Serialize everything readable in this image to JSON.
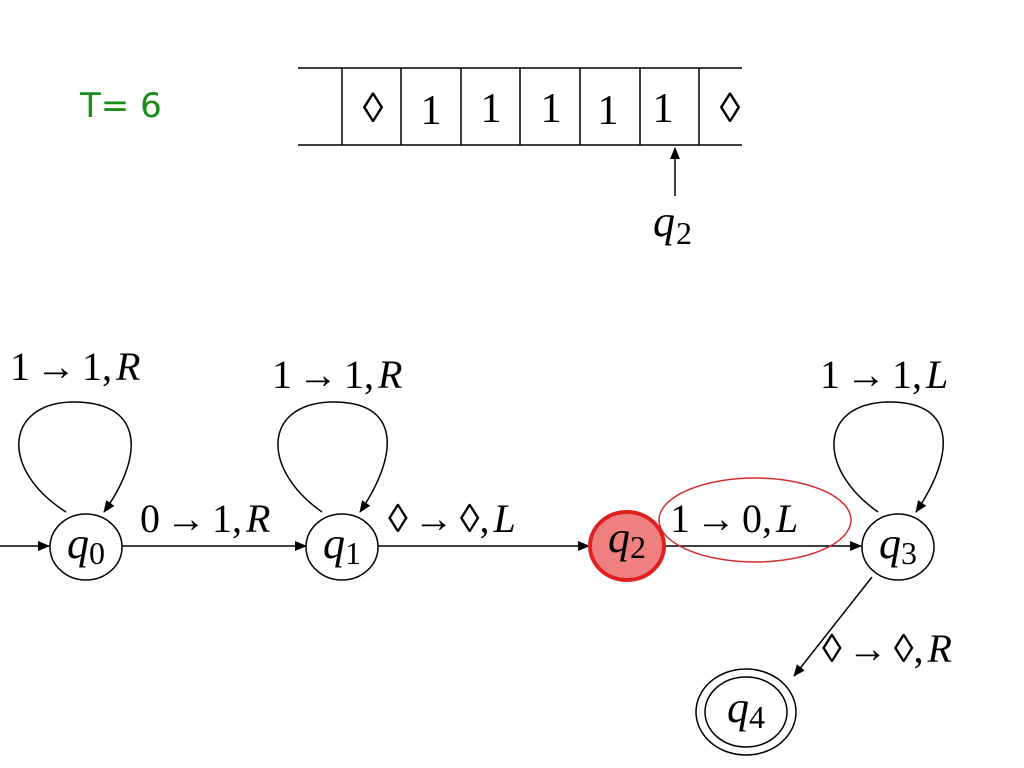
{
  "time": {
    "label": "T= 6"
  },
  "tape": {
    "cells": [
      "",
      "◊",
      "1",
      "1",
      "1",
      "1",
      "1",
      "◊"
    ],
    "head_state": {
      "letter": "q",
      "sub": "2"
    }
  },
  "states": [
    {
      "id": "q0",
      "letter": "q",
      "sub": "0",
      "start": true
    },
    {
      "id": "q1",
      "letter": "q",
      "sub": "1"
    },
    {
      "id": "q2",
      "letter": "q",
      "sub": "2",
      "current": true
    },
    {
      "id": "q3",
      "letter": "q",
      "sub": "3"
    },
    {
      "id": "q4",
      "letter": "q",
      "sub": "4",
      "accept": true
    }
  ],
  "transitions": [
    {
      "from": "q0",
      "to": "q0",
      "read": "1",
      "write": "1",
      "move": "R"
    },
    {
      "from": "q1",
      "to": "q1",
      "read": "1",
      "write": "1",
      "move": "R"
    },
    {
      "from": "q3",
      "to": "q3",
      "read": "1",
      "write": "1",
      "move": "L"
    },
    {
      "from": "q0",
      "to": "q1",
      "read": "0",
      "write": "1",
      "move": "R"
    },
    {
      "from": "q1",
      "to": "q2",
      "read": "◊",
      "write": "◊",
      "move": "L"
    },
    {
      "from": "q2",
      "to": "q3",
      "read": "1",
      "write": "0",
      "move": "L",
      "highlighted": true
    },
    {
      "from": "q3",
      "to": "q4",
      "read": "◊",
      "write": "◊",
      "move": "R"
    }
  ],
  "colors": {
    "time_label": "#1a8c1a",
    "current_state_fill": "#f08080",
    "current_state_stroke": "#e02020",
    "highlight_ellipse": "#d03030"
  },
  "arrow_symbol": "→"
}
